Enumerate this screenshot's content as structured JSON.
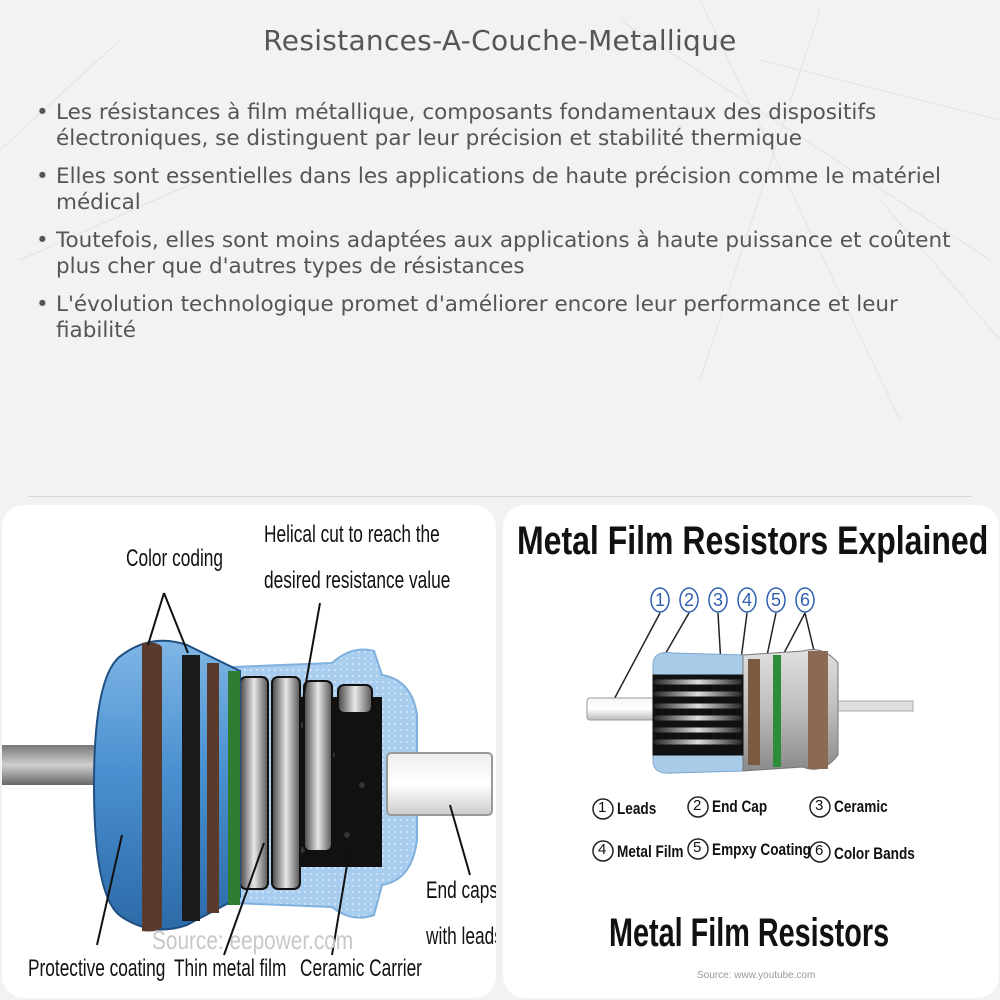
{
  "title": "Resistances-A-Couche-Metallique",
  "bullets": [
    "Les résistances à film métallique, composants fondamentaux des dispositifs électroniques, se distinguent par leur précision et stabilité thermique",
    "Elles sont essentielles dans les applications de haute précision comme le matériel médical",
    "Toutefois, elles sont moins adaptées aux applications à haute puissance et coûtent plus cher que d'autres types de résistances",
    "L'évolution technologique promet d'améliorer encore leur performance et leur fiabilité"
  ],
  "left_diagram": {
    "labels": {
      "color_coding": "Color coding",
      "helical_cut_line1": "Helical cut to reach the",
      "helical_cut_line2": "desired resistance value",
      "protective_coating": "Protective coating",
      "thin_metal_film": "Thin metal film",
      "ceramic_carrier": "Ceramic Carrier",
      "end_caps_line1": "End caps",
      "end_caps_line2": "with leads"
    },
    "source": "Source: eepower.com"
  },
  "right_diagram": {
    "heading": "Metal Film Resistors Explained",
    "numbers": [
      "1",
      "2",
      "3",
      "4",
      "5",
      "6"
    ],
    "legend": [
      {
        "num": "1",
        "label": "Leads"
      },
      {
        "num": "2",
        "label": "End Cap"
      },
      {
        "num": "3",
        "label": "Ceramic"
      },
      {
        "num": "4",
        "label": "Metal Film"
      },
      {
        "num": "5",
        "label": "Empxy Coating"
      },
      {
        "num": "6",
        "label": "Color Bands"
      }
    ],
    "footer_title": "Metal Film Resistors",
    "source": "Source: www.youtube.com"
  }
}
